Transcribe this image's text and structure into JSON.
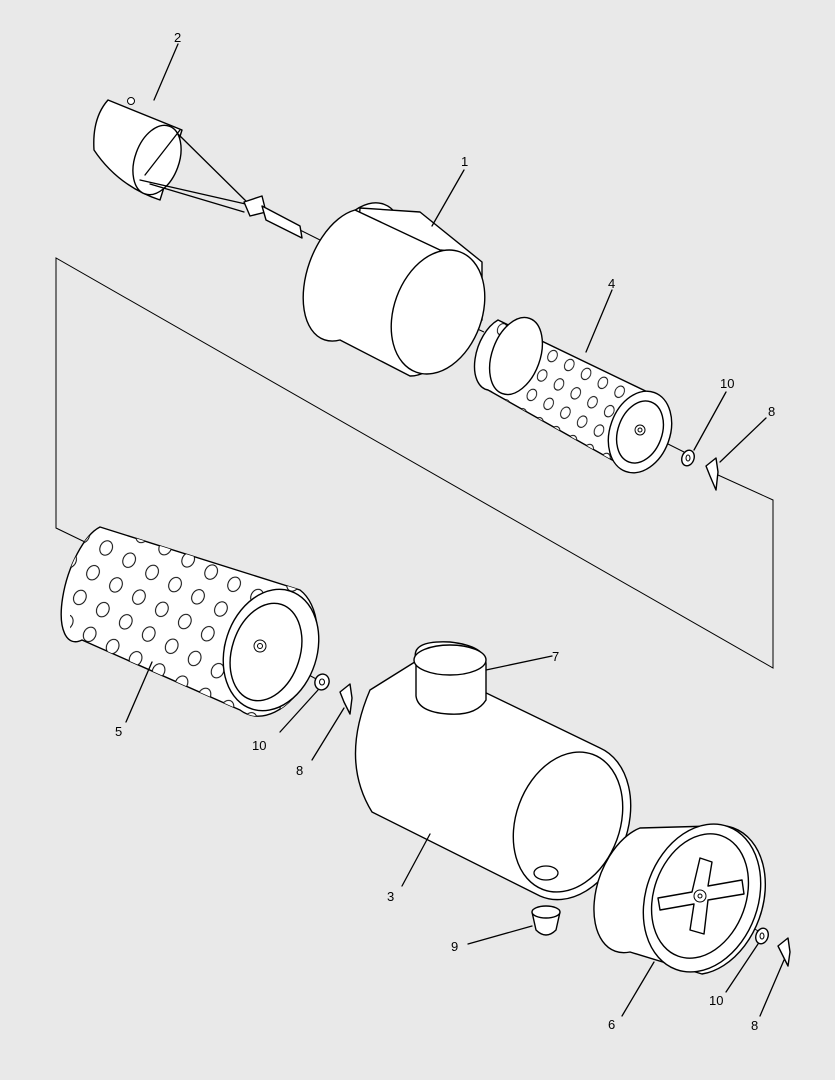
{
  "callouts": {
    "c1": "1",
    "c2": "2",
    "c3": "3",
    "c4": "4",
    "c5": "5",
    "c6": "6",
    "c7": "7",
    "c8a": "8",
    "c8b": "8",
    "c8c": "8",
    "c9": "9",
    "c10a": "10",
    "c10b": "10",
    "c10c": "10"
  }
}
